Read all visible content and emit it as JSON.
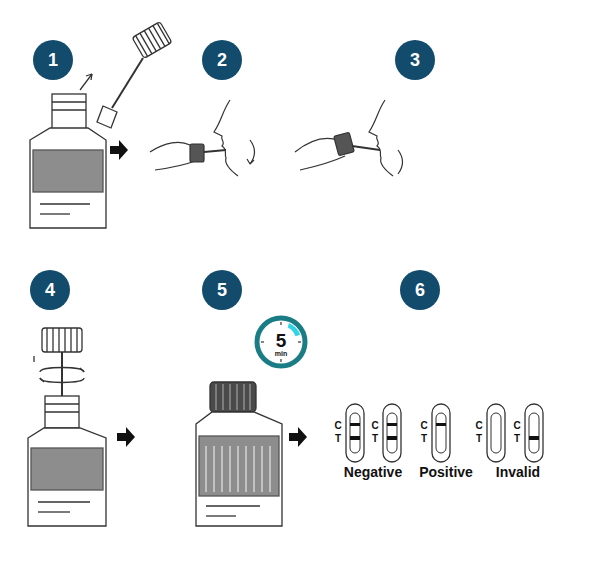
{
  "diagram": {
    "nodes": [
      {
        "text": [
          "1"
        ]
      },
      {
        "text": [
          "2"
        ]
      },
      {
        "text": [
          "3"
        ]
      },
      {
        "text": [
          "4"
        ]
      },
      {
        "text": [
          "5"
        ]
      },
      {
        "text": [
          "5",
          "min"
        ]
      },
      {
        "text": [
          "6"
        ]
      }
    ],
    "labels": [
      "C",
      "T",
      "C",
      "T",
      "C",
      "T",
      "C",
      "T",
      "C",
      "T",
      "Negative",
      "Positive",
      "Invalid"
    ]
  }
}
